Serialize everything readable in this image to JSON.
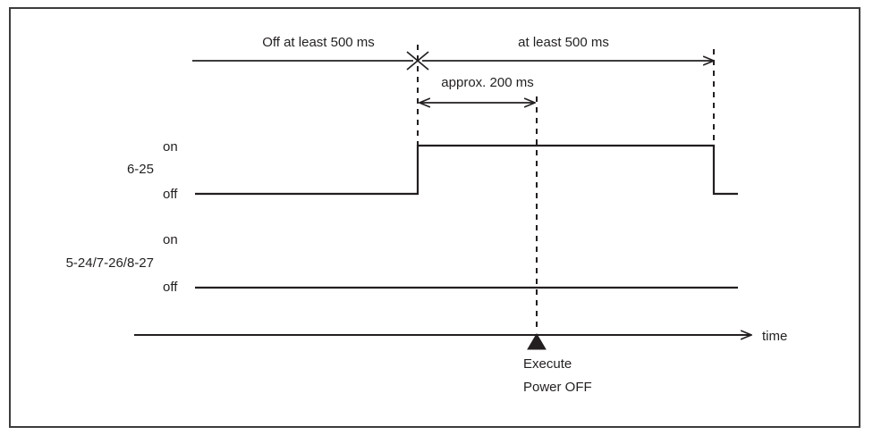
{
  "figure": {
    "type": "timing-diagram",
    "description": "Power OFF timing diagram showing control signal pulse relative to execute power off event",
    "border_color": "#3c3c3c",
    "line_color": "#231f20",
    "background": "#ffffff"
  },
  "annotations": {
    "off_duration": "Off at least 500 ms",
    "on_duration": "at least 500 ms",
    "pulse_duration": "approx. 200 ms",
    "event_line1": "Execute",
    "event_line2": "Power OFF"
  },
  "axis": {
    "time_label": "time"
  },
  "signals": [
    {
      "name": "6-25",
      "state_high_label": "on",
      "state_low_label": "off",
      "transitions": [
        {
          "at_x": 218,
          "level": "off"
        },
        {
          "at_x": 467,
          "level": "on"
        },
        {
          "at_x": 798,
          "level": "off"
        },
        {
          "at_x": 825,
          "level": "off"
        }
      ]
    },
    {
      "name": "5-24/7-26/8-27",
      "state_high_label": "on",
      "state_low_label": "off",
      "transitions": [
        {
          "at_x": 218,
          "level": "off"
        },
        {
          "at_x": 825,
          "level": "off"
        }
      ]
    }
  ],
  "chart_data": {
    "type": "line",
    "title": "Power OFF timing diagram",
    "xlabel": "time",
    "ylabel": "",
    "grid": false,
    "legend": "none",
    "x": [
      218,
      467,
      467,
      798,
      798,
      825
    ],
    "series": [
      {
        "name": "6-25",
        "values": [
          "off",
          "off",
          "on",
          "on",
          "off",
          "off"
        ]
      },
      {
        "name": "5-24/7-26/8-27",
        "values": [
          "off",
          "off",
          "off",
          "off",
          "off",
          "off"
        ]
      }
    ],
    "annotations": [
      {
        "text": "Off at least 500 ms",
        "span_x": [
          215,
          467
        ],
        "y_band": "top-measure"
      },
      {
        "text": "at least 500 ms",
        "span_x": [
          467,
          798
        ],
        "y_band": "top-measure"
      },
      {
        "text": "approx. 200 ms",
        "span_x": [
          467,
          600
        ],
        "y_band": "second-measure"
      },
      {
        "text": "Execute Power OFF",
        "at_x": 600,
        "y_band": "time-axis-marker"
      }
    ]
  }
}
